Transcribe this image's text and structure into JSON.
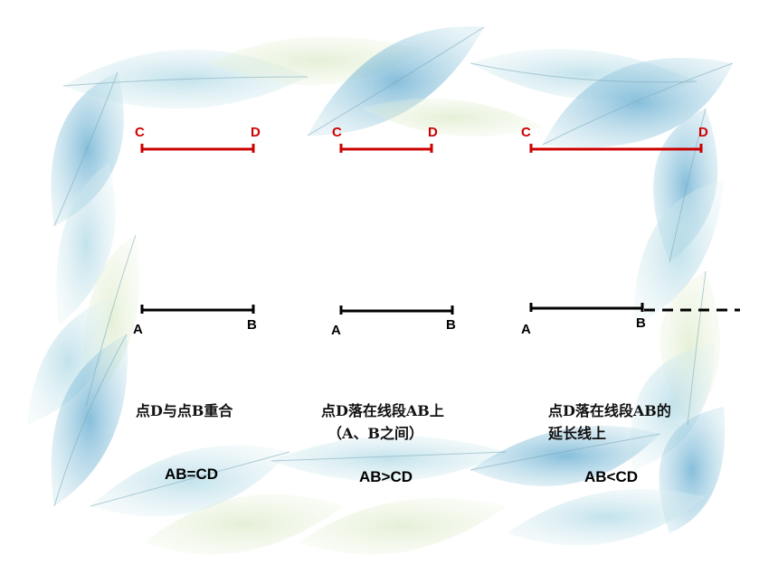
{
  "case_equal": {
    "cd": {
      "c": "C",
      "d": "D"
    },
    "ab": {
      "a": "A",
      "b": "B"
    },
    "description": "点D与点B重合",
    "relation": "AB=CD"
  },
  "case_greater": {
    "cd": {
      "c": "C",
      "d": "D"
    },
    "ab": {
      "a": "A",
      "b": "B"
    },
    "description_line1": "点D落在线段AB上",
    "description_line2": "（A、B之间）",
    "relation": "AB>CD"
  },
  "case_less": {
    "cd": {
      "c": "C",
      "d": "D"
    },
    "ab": {
      "a": "A",
      "b": "B"
    },
    "description_line1": "点D落在线段AB的",
    "description_line2": "延长线上",
    "relation": "AB<CD"
  },
  "colors": {
    "cd_segment": "#cc0000",
    "ab_segment": "#000000",
    "leaf_tones": [
      "#8fc7dc",
      "#a9d6e4",
      "#c6e3ea",
      "#5fa9cf",
      "#d8e9c8"
    ]
  }
}
